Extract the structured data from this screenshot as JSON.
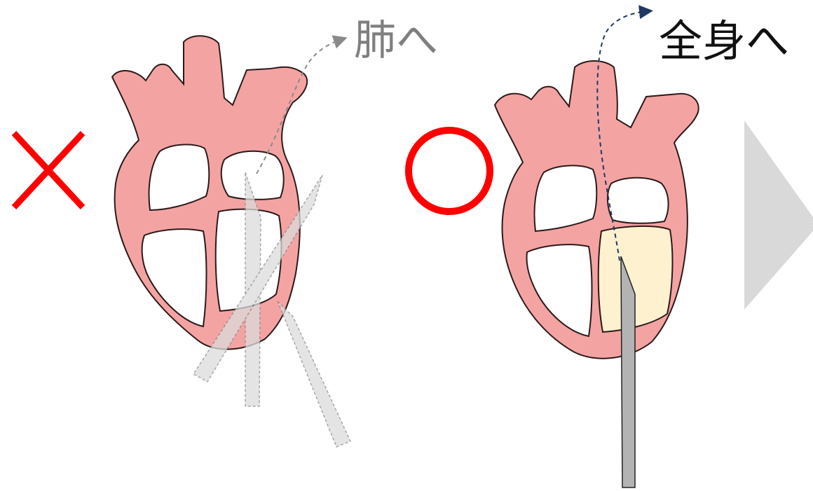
{
  "labels": {
    "to_lungs": "肺へ",
    "to_whole_body": "全身へ",
    "bottom_caption": ""
  },
  "marks": {
    "wrong": "cross-mark",
    "correct": "circle-mark"
  },
  "colors": {
    "heart_wall": "#f4a3a3",
    "heart_outline": "#2b1a1a",
    "wrong_mark": "#ff0000",
    "correct_mark": "#ff0000",
    "highlight_chamber": "#fdf1d0",
    "needle_gray": "#b3b3b3",
    "needle_ghost": "#e3e3e3",
    "arrow_blue": "#1f3864",
    "arrow_gray": "#8a8a8a",
    "next_arrow": "#d9d9d9"
  }
}
